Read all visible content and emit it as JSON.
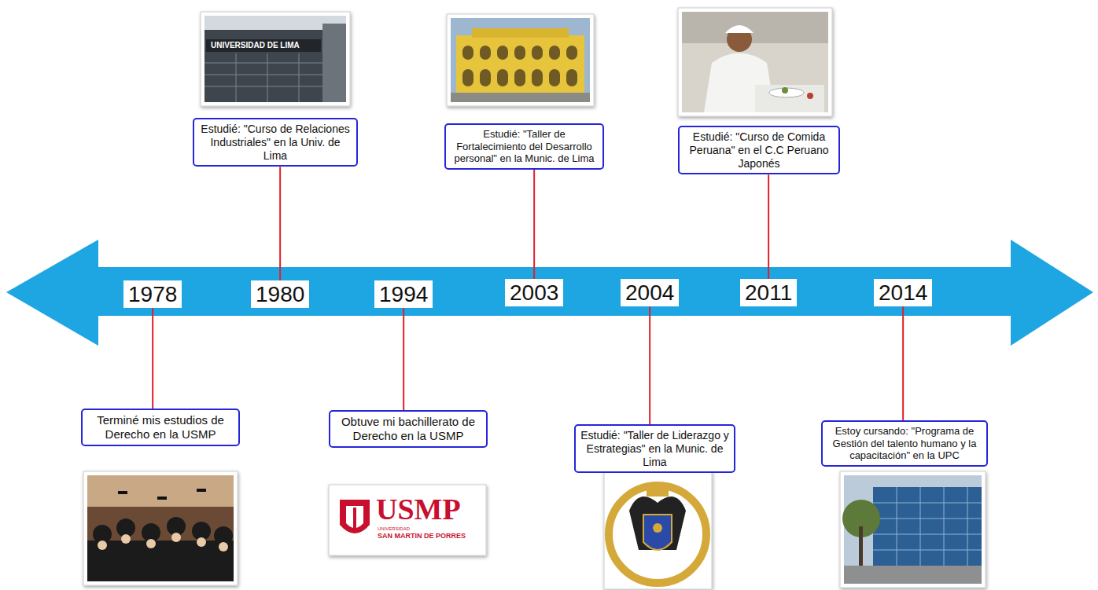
{
  "diagram": {
    "nodes": [
      {
        "text": [
          "1978"
        ]
      },
      {
        "text": [
          "1980"
        ]
      },
      {
        "text": [
          "1994"
        ]
      },
      {
        "text": [
          "2003"
        ]
      },
      {
        "text": [
          "2004"
        ]
      },
      {
        "text": [
          "2011"
        ]
      },
      {
        "text": [
          "2014"
        ]
      },
      {
        "text": [
          "Terminé mis estudios de Derecho en la USMP"
        ]
      },
      {
        "text": [
          "Estudié: \"Curso de Relaciones Industriales\" en la Univ. de Lima"
        ]
      },
      {
        "text": [
          "Obtuve mi bachillerato de Derecho en la USMP"
        ]
      },
      {
        "text": [
          "Estudié: \"Taller de Fortalecimiento del Desarrollo personal\" en la Munic. de Lima"
        ]
      },
      {
        "text": [
          "Estudié: \"Taller de Liderazgo y Estrategias\" en la Munic. de Lima"
        ]
      },
      {
        "text": [
          "Estudié: \"Curso de Comida Peruana\" en el C.C Peruano Japonés"
        ]
      },
      {
        "text": [
          "Estoy cursando: \"Programa de Gestión del talento humano y la capacitación\" en la UPC"
        ]
      }
    ],
    "edges": [
      {
        "from": 0,
        "to": 7,
        "arrow": "none"
      },
      {
        "from": 1,
        "to": 8,
        "arrow": "none"
      },
      {
        "from": 2,
        "to": 9,
        "arrow": "none"
      },
      {
        "from": 3,
        "to": 10,
        "arrow": "none"
      },
      {
        "from": 4,
        "to": 11,
        "arrow": "none"
      },
      {
        "from": 5,
        "to": 12,
        "arrow": "none"
      },
      {
        "from": 6,
        "to": 13,
        "arrow": "none"
      }
    ],
    "labels": [
      "UNIVERSIDAD DE LIMA",
      "USMP",
      "UNIVERSIDAD",
      "SAN MARTIN DE PORRES"
    ]
  }
}
